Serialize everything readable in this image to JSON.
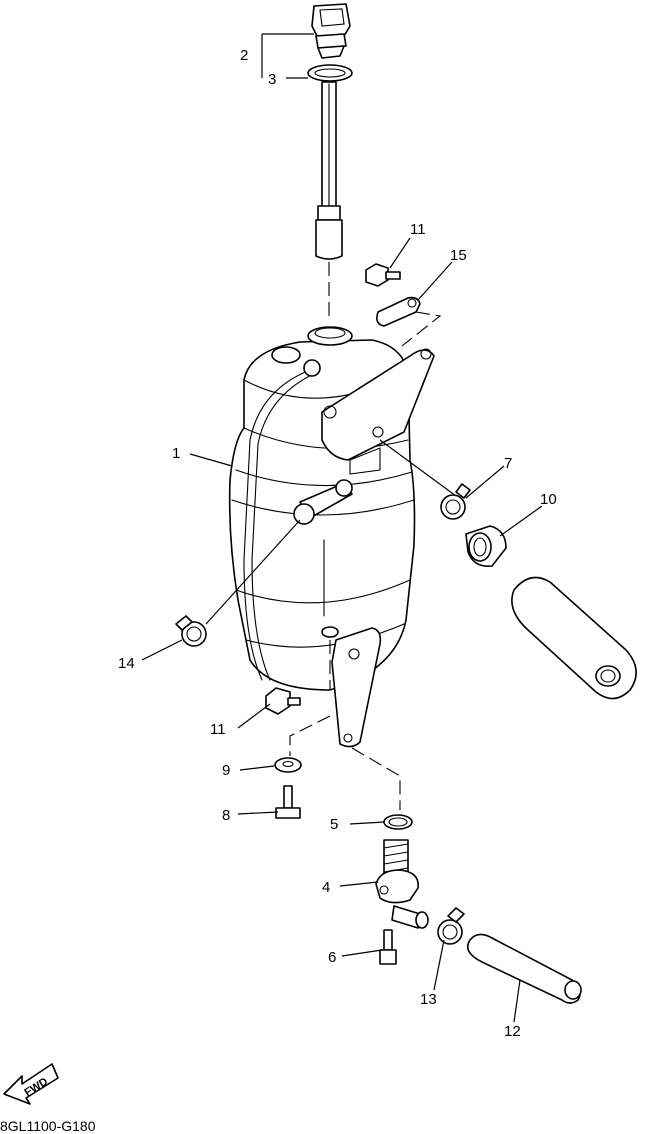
{
  "diagram": {
    "code": "8GL1100-G180",
    "fwd_label": "FWD",
    "callouts": [
      {
        "id": "c1",
        "label": "1"
      },
      {
        "id": "c2",
        "label": "2"
      },
      {
        "id": "c3",
        "label": "3"
      },
      {
        "id": "c4",
        "label": "4"
      },
      {
        "id": "c5",
        "label": "5"
      },
      {
        "id": "c6",
        "label": "6"
      },
      {
        "id": "c7",
        "label": "7"
      },
      {
        "id": "c8",
        "label": "8"
      },
      {
        "id": "c9",
        "label": "9"
      },
      {
        "id": "c10",
        "label": "10"
      },
      {
        "id": "c11a",
        "label": "11"
      },
      {
        "id": "c11b",
        "label": "11"
      },
      {
        "id": "c12",
        "label": "12"
      },
      {
        "id": "c13",
        "label": "13"
      },
      {
        "id": "c14",
        "label": "14"
      },
      {
        "id": "c15",
        "label": "15"
      }
    ]
  }
}
